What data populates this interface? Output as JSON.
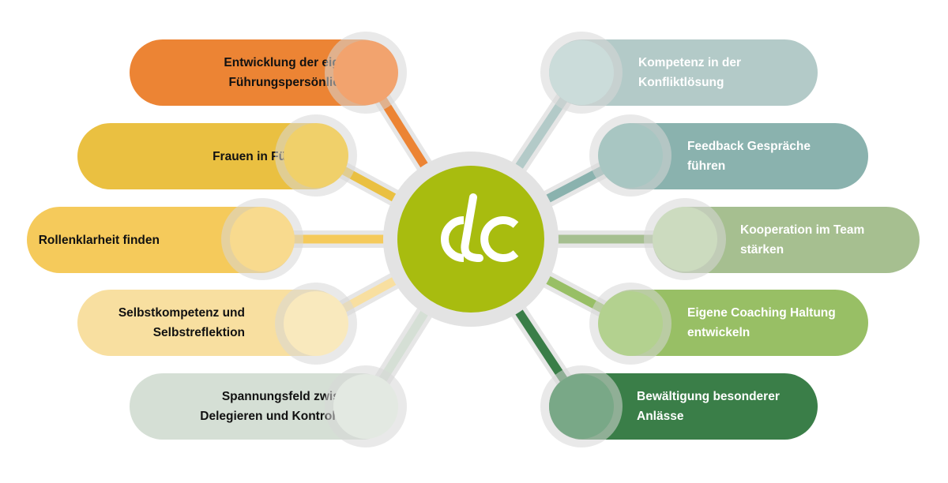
{
  "colors": {
    "background": "#ffffff",
    "connector_halo": "#e6e6e6",
    "center": "#a8bc0f",
    "logo_stroke": "#ffffff"
  },
  "center": {
    "logo_text": "dc"
  },
  "topics": [
    {
      "id": "fuehrungspersoenlichkeit",
      "side": "left",
      "text": "Entwicklung der eigenen\nFührungspersönlichkeit",
      "color": "#ec8434",
      "circle_color": "#f2a36e"
    },
    {
      "id": "frauen-in-fuehrung",
      "side": "left",
      "text": "Frauen in Führung",
      "color": "#eac041",
      "circle_color": "#f0d06a"
    },
    {
      "id": "rollenklarheit",
      "side": "left",
      "text": "Rollenklarheit finden",
      "color": "#f5ca5b",
      "circle_color": "#f8da8e"
    },
    {
      "id": "selbstkompetenz",
      "side": "left",
      "text": "Selbstkompetenz und\nSelbstreflektion",
      "color": "#f8dfa0",
      "circle_color": "#f9e9bd"
    },
    {
      "id": "spannungsfeld",
      "side": "left",
      "text": "Spannungsfeld zwischen\nDelegieren und Kontrollieren",
      "color": "#d5dfd5",
      "circle_color": "#e3e9e2"
    },
    {
      "id": "konfliktloesung",
      "side": "right",
      "text": "Kompetenz in der\nKonfliktlösung",
      "color": "#b3cac8",
      "circle_color": "#cbdcda"
    },
    {
      "id": "feedback",
      "side": "right",
      "text": "Feedback Gespräche\nführen",
      "color": "#8ab2ae",
      "circle_color": "#a8c6c2"
    },
    {
      "id": "kooperation",
      "side": "right",
      "text": "Kooperation im Team\nstärken",
      "color": "#a6bf90",
      "circle_color": "#ccdbbf"
    },
    {
      "id": "coaching-haltung",
      "side": "right",
      "text": "Eigene Coaching Haltung\nentwickeln",
      "color": "#98bf65",
      "circle_color": "#b3d18f"
    },
    {
      "id": "anlaesse",
      "side": "right",
      "text": "Bewältigung besonderer\nAnlässe",
      "color": "#3a7e48",
      "circle_color": "#79a887"
    }
  ]
}
